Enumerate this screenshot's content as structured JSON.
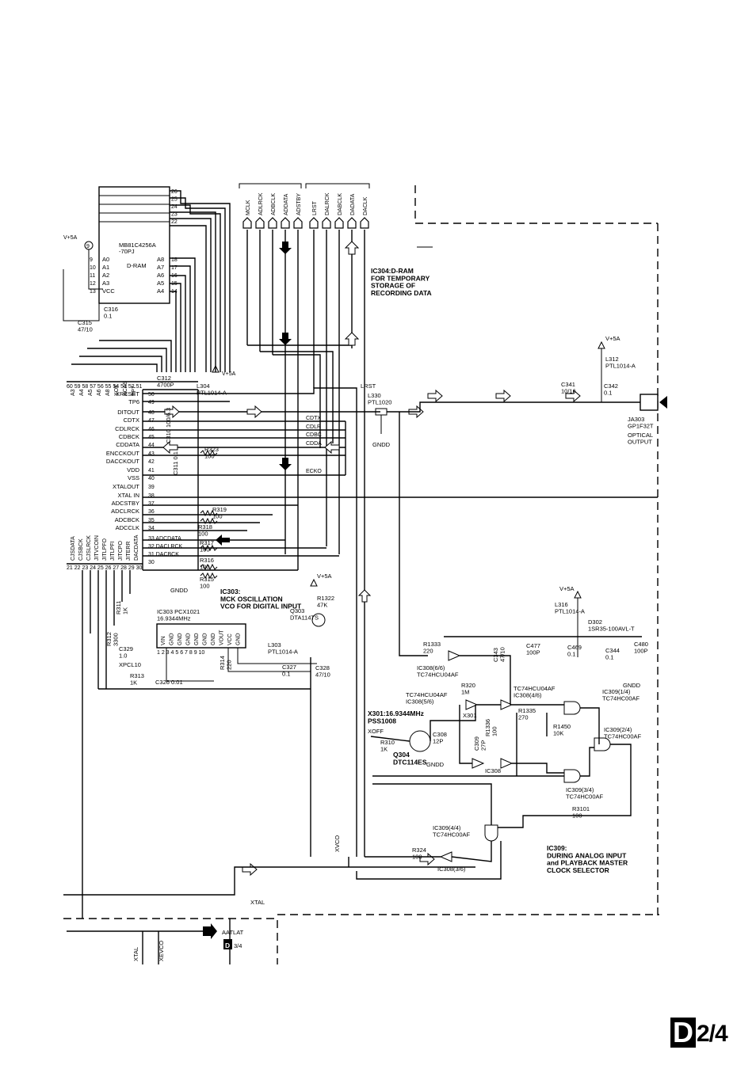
{
  "ic_dram": {
    "part": "MB81C4256A",
    "part_suffix": "-70PJ",
    "name": "D-RAM",
    "left_pins": [
      "A0",
      "A1",
      "A2",
      "A3",
      "VCC"
    ],
    "left_pin_nums": [
      "9",
      "10",
      "11",
      "12",
      "13"
    ],
    "right_pins": [
      "A8",
      "A7",
      "A6",
      "A5",
      "A4"
    ],
    "right_pin_nums": [
      "18",
      "17",
      "16",
      "15",
      "14"
    ],
    "top_pin_nums": [
      "26",
      "25",
      "24",
      "23",
      "22"
    ],
    "note": "IC304:D-RAM\nFOR TEMPORARY\nSTORAGE OF\nRECORDING DATA"
  },
  "supply_v5a": "V+5A",
  "node_9": "9",
  "gndd": "GNDD",
  "top_signals": [
    "MCLK",
    "ADLRCK",
    "ADBCLK",
    "ADDATA",
    "ADSTBY",
    "LRST",
    "DALRCK",
    "DABCLK",
    "DADATA",
    "DACLK"
  ],
  "bottom_addr_labels": [
    "A3",
    "A4",
    "A5",
    "A6",
    "A8",
    "XOE",
    "XCAS",
    "TP7"
  ],
  "bottom_addr_nums": "60 59 58 57 56 55 54 53 52 51",
  "ic_dsp_pins": {
    "names": [
      "XRESET",
      "TP6",
      "DITOUT",
      "CDTX",
      "CDLRCK",
      "CDBCK",
      "CDDATA",
      "ENCCKOUT",
      "DACCKOUT",
      "VDD",
      "VSS",
      "XTALOUT",
      "XTAL IN",
      "ADCSTBY",
      "ADCLRCK",
      "ADCBCK",
      "ADCCLK"
    ],
    "nums": [
      "50",
      "49",
      "48",
      "47",
      "46",
      "45",
      "44",
      "43",
      "42",
      "41",
      "40",
      "39",
      "38",
      "37",
      "36",
      "35",
      "34"
    ]
  },
  "ic_dsp_inner": [
    "33 ADCDATA",
    "32 DACLRCK",
    "31 DACBCK",
    "30"
  ],
  "bottom_pins": [
    "CJSDATA",
    "CJSBCK",
    "CJSLRCK",
    "JITVCOIN",
    "JITLPFO",
    "JITLPFI",
    "JITCPO",
    "JITERR",
    "DACDATA"
  ],
  "bottom_pin_nums": "21 22 23 24 25 26 27 28 29 30",
  "cd_bus": [
    "CDTX",
    "CDLR",
    "CDBC",
    "CDDA",
    "ECKO"
  ],
  "components": {
    "c312": "C312\n4700P",
    "l304": "L304\nPTL1014-A",
    "c316": "C316\n0.1",
    "c315": "C315\n47/10",
    "c310": "C310 100/6.3",
    "c311": "C311 0.1",
    "r323": "R323\n100",
    "r319": "R319\n100",
    "r318": "R318\n100",
    "r317": "R317\n100",
    "r316": "R316\n100",
    "r315": "R315\n100",
    "l330": "L330\nPTL1020",
    "lrst": "LRST",
    "l312": "L312\nPTL1014-A",
    "c341": "C341\n10/16",
    "c342": "C342\n0.1",
    "ja303": "JA303\nGP1F32T",
    "optical": "OPTICAL\nOUTPUT",
    "ic303_note": "IC303:\nMCK OSCILLATION\nVCO FOR DIGITAL INPUT",
    "ic303": "IC303  PCX1021\n16.9344MHz",
    "ic303_pins": [
      "VIN",
      "GND",
      "GND",
      "GND",
      "GND",
      "GND",
      "GND",
      "VOUT",
      "VCC",
      "GND"
    ],
    "ic303_pin_nums": "1 2 3 4 5 6 7 8 9 10",
    "r1322": "R1322\n47K",
    "q303": "Q303\nDTA114TS",
    "l303": "L303\nPTL1014-A",
    "c328": "C328\n47/10",
    "c327": "C327\n0.1",
    "r311": "R311\n1K",
    "r312": "R312\n3300",
    "c329": "C329\n1.0",
    "xpcl": "XPCL10",
    "r313": "R313\n1K",
    "c326": "C326  0.01",
    "r314": "R314\n220",
    "l316": "L316\nPTL1014-A",
    "d302": "D302\n1SR35-100AVL-T",
    "r1333": "R1333\n220",
    "ic308_6": "IC308(6/6)\nTC74HCU04AF",
    "c343": "C343\n47/10",
    "c477": "C477\n100P",
    "c469": "C469\n0.1",
    "c344": "C344\n0.1",
    "c480": "C480\n100P",
    "ic309_1": "IC309(1/4)\nTC74HC00AF",
    "r320": "R320\n1M",
    "ic308_5": "TC74HCU04AF\nIC308(5/6)",
    "ic308_4": "TC74HCU04AF\nIC308(4/6)",
    "x301": "X301:16.9344MHz\nPSS1008",
    "x301_short": "X301",
    "r1335": "R1335\n270",
    "r1336": "R1336\n100",
    "r1450": "R1450\n10K",
    "ic309_2": "IC309(2/4)\nTC74HC00AF",
    "xoff": "XOFF",
    "r310": "R310\n1K",
    "c308": "C308\n12P",
    "c309": "C309\n27P",
    "q304": "Q304\nDTC114ES",
    "ic308_short": "IC308",
    "ic309_3": "IC309(3/4)\nTC74HC00AF",
    "r3101": "R3101\n100",
    "ic309_4": "IC309(4/4)\nTC74HC00AF",
    "r324": "R324\n100",
    "ic308_3": "IC308(3/6)",
    "ic309_note": "IC309:\nDURING ANALOG INPUT\nand PLAYBACK MASTER\nCLOCK SELECTOR",
    "xvco": "XVCO",
    "xtal": "XTAL",
    "xtal_v": "XTAL",
    "xevco": "XEVCO",
    "aatlat": "AATLAT",
    "d34": "3/4",
    "d34_letter": "D"
  },
  "page_letter": "D",
  "page_fraction": "2/4"
}
